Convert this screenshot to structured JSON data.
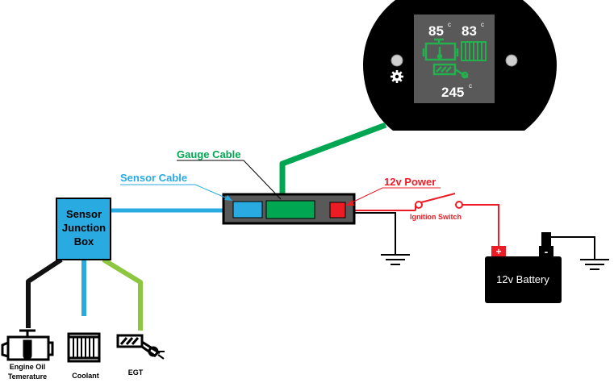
{
  "labels": {
    "gauge_cable": "Gauge Cable",
    "sensor_cable": "Sensor Cable",
    "power": "12v Power",
    "ignition_switch": "Ignition Switch",
    "junction_line1": "Sensor",
    "junction_line2": "Junction",
    "junction_line3": "Box",
    "battery": "12v Battery",
    "plus": "+",
    "minus": "-",
    "engine_oil_line1": "Engine Oil",
    "engine_oil_line2": "Temerature",
    "coolant": "Coolant",
    "egt": "EGT"
  },
  "gauge_screen": {
    "oil_temp": "85",
    "coolant_temp": "83",
    "egt_temp": "245",
    "unit": "c"
  },
  "colors": {
    "gauge_cable": "#00a651",
    "sensor_cable": "#29abe2",
    "power": "#ed1c24",
    "ground": "#000000",
    "oil_cable": "#111111",
    "egt_cable": "#8dc63f",
    "screen_bg": "#595959",
    "screen_icons": "#22b14c"
  }
}
